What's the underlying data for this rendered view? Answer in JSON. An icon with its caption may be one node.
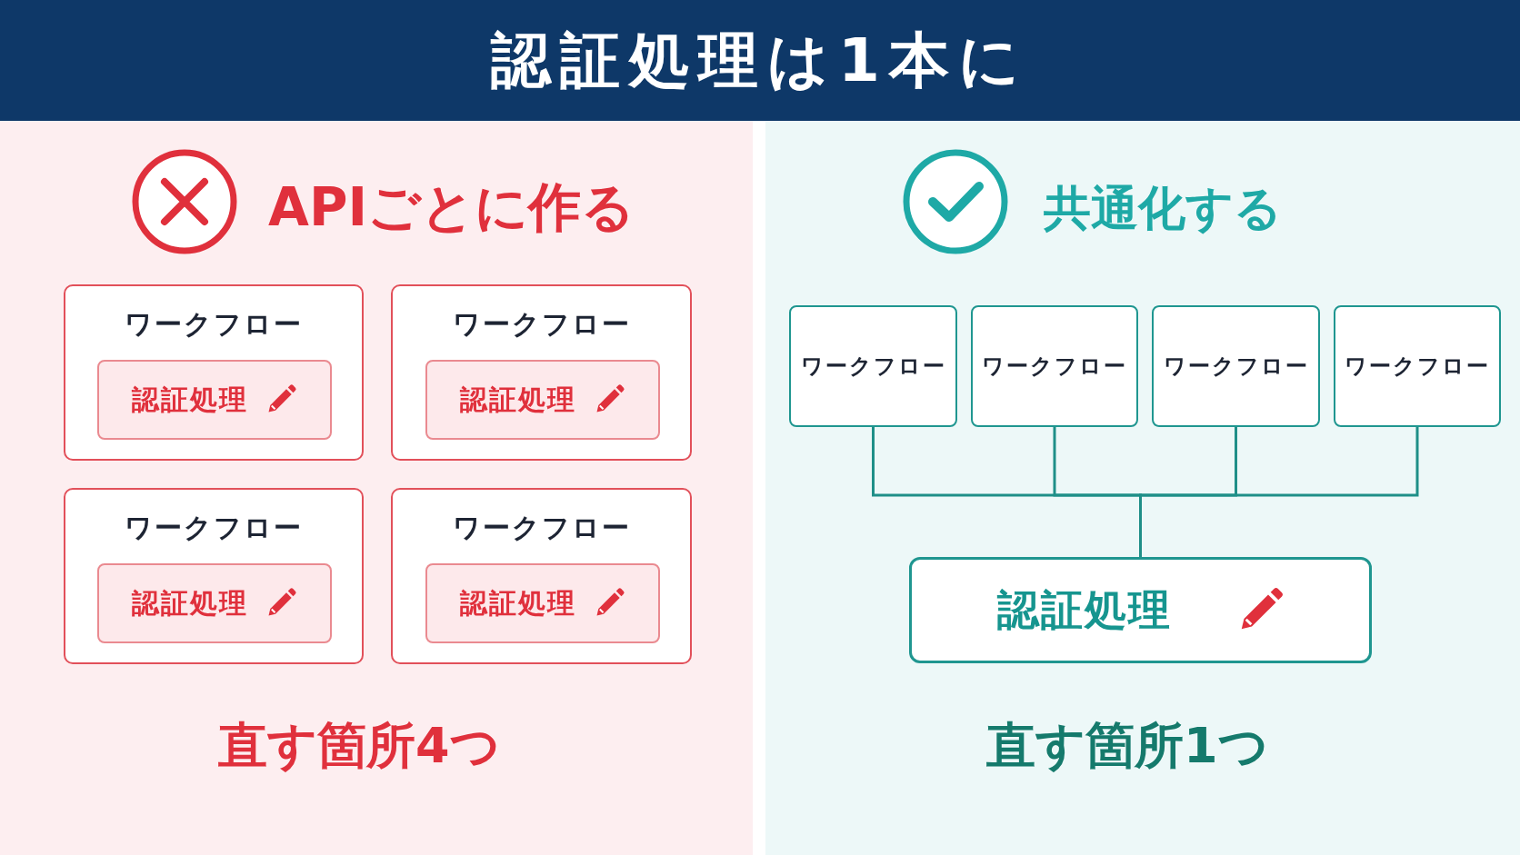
{
  "diagram": {
    "title": "認証処理は1本に",
    "nodes": [
      {
        "text": [
          "ワークフロー"
        ]
      },
      {
        "text": [
          "認証処理"
        ],
        "in": 0
      },
      {
        "text": [
          "ワークフロー"
        ]
      },
      {
        "text": [
          "認証処理"
        ],
        "in": 2
      },
      {
        "text": [
          "ワークフロー"
        ]
      },
      {
        "text": [
          "認証処理"
        ],
        "in": 4
      },
      {
        "text": [
          "ワークフロー"
        ]
      },
      {
        "text": [
          "認証処理"
        ],
        "in": 6
      },
      {
        "text": [
          "ワークフロー"
        ]
      },
      {
        "text": [
          "ワークフロー"
        ]
      },
      {
        "text": [
          "ワークフロー"
        ]
      },
      {
        "text": [
          "ワークフロー"
        ]
      },
      {
        "text": [
          "認証処理"
        ]
      }
    ],
    "edges": [
      {
        "from": 8,
        "to": 12,
        "arrow": "none"
      },
      {
        "from": 9,
        "to": 12,
        "arrow": "none"
      },
      {
        "from": 10,
        "to": 12,
        "arrow": "none"
      },
      {
        "from": 11,
        "to": 12,
        "arrow": "none"
      }
    ],
    "labels": [
      "APIごとに作る",
      "共通化する",
      "直す箇所4つ",
      "直す箇所1つ"
    ]
  }
}
